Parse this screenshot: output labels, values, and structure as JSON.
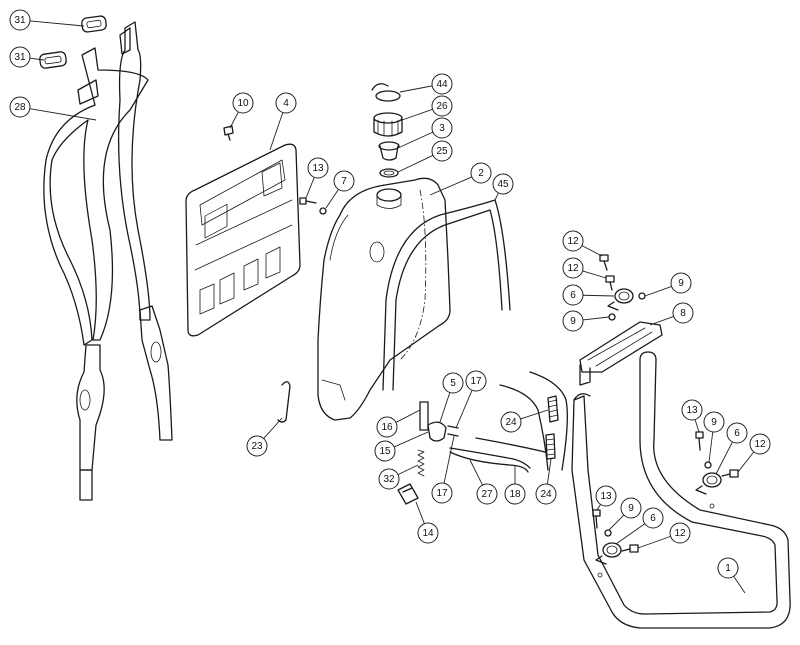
{
  "diagram": {
    "type": "exploded-parts-diagram",
    "callouts": [
      {
        "id": "c31a",
        "label": "31",
        "part": "strap-buckle-slide"
      },
      {
        "id": "c31b",
        "label": "31",
        "part": "strap-buckle-slide"
      },
      {
        "id": "c28",
        "label": "28",
        "part": "shoulder-strap"
      },
      {
        "id": "c10",
        "label": "10",
        "part": "screw"
      },
      {
        "id": "c4",
        "label": "4",
        "part": "back-plate"
      },
      {
        "id": "c13a",
        "label": "13",
        "part": "bolt"
      },
      {
        "id": "c7",
        "label": "7",
        "part": "washer"
      },
      {
        "id": "c44",
        "label": "44",
        "part": "cap-strap"
      },
      {
        "id": "c26",
        "label": "26",
        "part": "tank-cap"
      },
      {
        "id": "c3",
        "label": "3",
        "part": "filter"
      },
      {
        "id": "c25",
        "label": "25",
        "part": "seal-ring"
      },
      {
        "id": "c2",
        "label": "2",
        "part": "tank"
      },
      {
        "id": "c45",
        "label": "45",
        "part": "tank-hoop"
      },
      {
        "id": "c12a",
        "label": "12",
        "part": "bolt"
      },
      {
        "id": "c12b",
        "label": "12",
        "part": "bolt"
      },
      {
        "id": "c9a",
        "label": "9",
        "part": "nut"
      },
      {
        "id": "c6a",
        "label": "6",
        "part": "spring"
      },
      {
        "id": "c9b",
        "label": "9",
        "part": "nut"
      },
      {
        "id": "c8",
        "label": "8",
        "part": "bracket"
      },
      {
        "id": "c23",
        "label": "23",
        "part": "hook"
      },
      {
        "id": "c5",
        "label": "5",
        "part": "valve"
      },
      {
        "id": "c17a",
        "label": "17",
        "part": "clamp"
      },
      {
        "id": "c16",
        "label": "16",
        "part": "pipe"
      },
      {
        "id": "c15",
        "label": "15",
        "part": "connector"
      },
      {
        "id": "c24a",
        "label": "24",
        "part": "spring"
      },
      {
        "id": "c32",
        "label": "32",
        "part": "spring"
      },
      {
        "id": "c17b",
        "label": "17",
        "part": "clamp"
      },
      {
        "id": "c27",
        "label": "27",
        "part": "hose"
      },
      {
        "id": "c18",
        "label": "18",
        "part": "hose"
      },
      {
        "id": "c24b",
        "label": "24",
        "part": "spring"
      },
      {
        "id": "c14",
        "label": "14",
        "part": "nozzle"
      },
      {
        "id": "c13b",
        "label": "13",
        "part": "bolt"
      },
      {
        "id": "c9c",
        "label": "9",
        "part": "nut"
      },
      {
        "id": "c6b",
        "label": "6",
        "part": "spring"
      },
      {
        "id": "c12c",
        "label": "12",
        "part": "bolt"
      },
      {
        "id": "c13c",
        "label": "13",
        "part": "bolt"
      },
      {
        "id": "c9d",
        "label": "9",
        "part": "nut"
      },
      {
        "id": "c6c",
        "label": "6",
        "part": "spring"
      },
      {
        "id": "c12d",
        "label": "12",
        "part": "bolt"
      },
      {
        "id": "c1",
        "label": "1",
        "part": "frame"
      }
    ]
  }
}
